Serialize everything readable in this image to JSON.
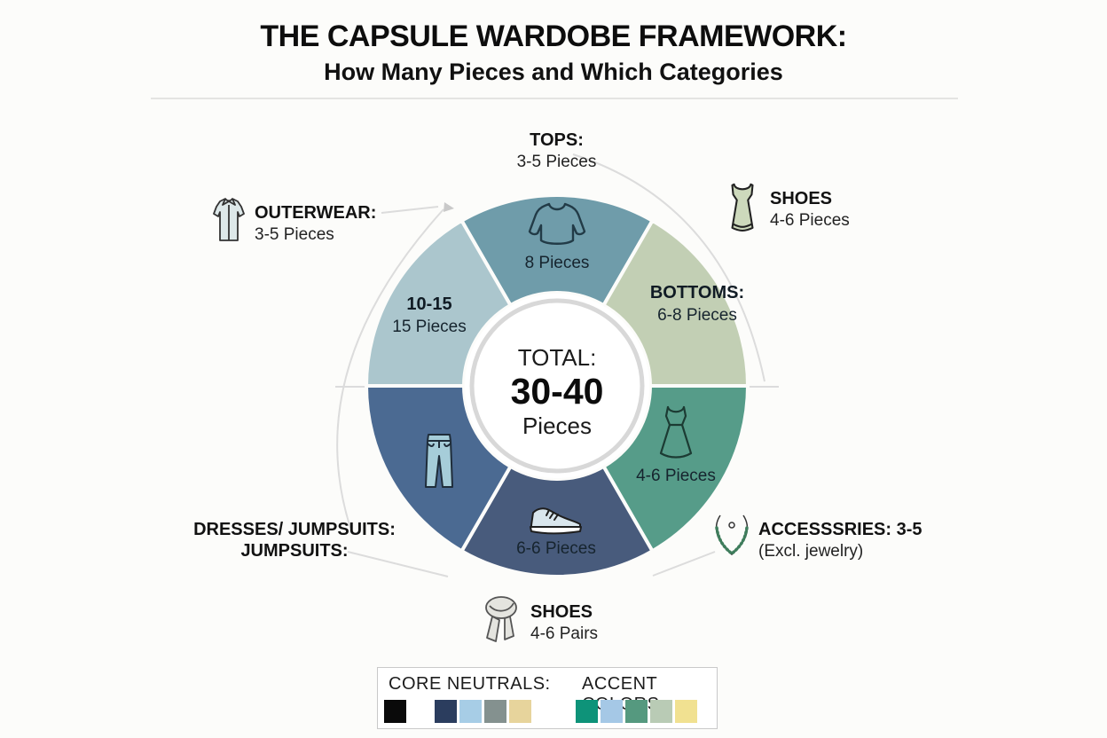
{
  "title": "THE CAPSULE WARDOBE FRAMEWORK:",
  "subtitle": "How Many Pieces and Which Categories",
  "donut": {
    "center": {
      "label": "TOTAL:",
      "range": "30-40",
      "unit": "Pieces"
    },
    "segments": [
      {
        "id": "tops",
        "color": "#6f9caa",
        "count": "8 Pieces"
      },
      {
        "id": "bottoms",
        "color": "#c2cfb4",
        "name": "BOTTOMS:",
        "count": "6-8 Pieces"
      },
      {
        "id": "dresses",
        "color": "#569c89",
        "count": "4-6 Pieces"
      },
      {
        "id": "shoes",
        "color": "#485b7c",
        "count": "6-6 Pieces"
      },
      {
        "id": "jeans",
        "color": "#4b6a92"
      },
      {
        "id": "outerwear",
        "color": "#abc6cd",
        "name": "10-15",
        "count": "15 Pieces"
      }
    ]
  },
  "callouts": {
    "tops": {
      "name": "TOPS:",
      "count": "3-5 Pieces"
    },
    "shoes_top": {
      "name": "SHOES",
      "count": "4-6 Pieces"
    },
    "outerwear": {
      "name": "OUTERWEAR:",
      "count": "3-5 Pieces"
    },
    "dresses": {
      "name": "DRESSES/ JUMPSUITS:",
      "name2": "JUMPSUITS:"
    },
    "accessories": {
      "name": "ACCESSSRIES: 3-5",
      "count": "(Excl. jewelry)"
    },
    "shoes_bottom": {
      "name": "SHOES",
      "count": "4-6 Pairs"
    }
  },
  "legend": {
    "core": {
      "label": "CORE NEUTRALS:",
      "colors": [
        "#0a0a0a",
        "#2b3d5e",
        "#a7cde6",
        "#84918f",
        "#e7d49c"
      ]
    },
    "accent": {
      "label": "ACCENT COLORS",
      "colors": [
        "#0e9379",
        "#a5c8e6",
        "#55997f",
        "#b9cbb5",
        "#f1e191"
      ]
    }
  },
  "icons": {
    "coat": "outerwear coat",
    "tank_dress": "sleeveless dress",
    "long_sleeve_top": "long sleeve top",
    "jeans": "jeans",
    "sneaker": "sneaker shoe",
    "dress": "a-line dress",
    "necklace": "beaded necklace",
    "scarf": "knotted scarf"
  }
}
